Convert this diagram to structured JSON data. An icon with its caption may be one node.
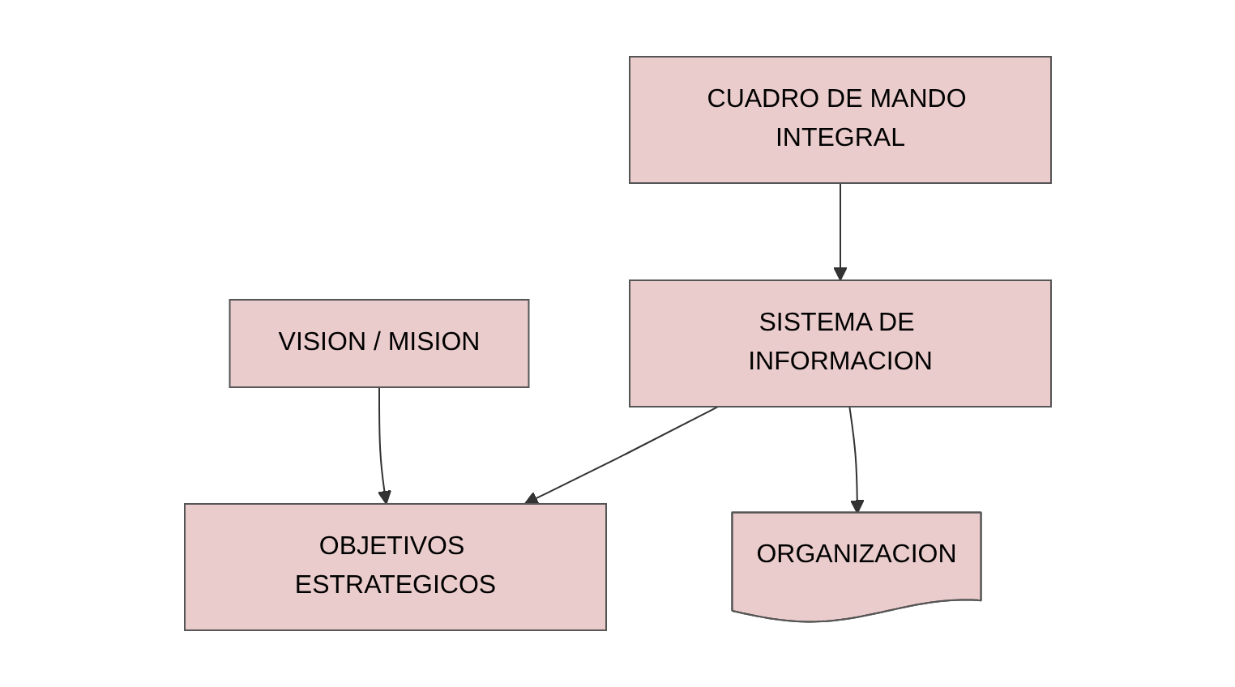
{
  "diagram": {
    "nodes": [
      {
        "text": [
          "VISION / MISION"
        ]
      },
      {
        "text": [
          "CUADRO DE MANDO INTEGRAL"
        ]
      },
      {
        "text": [
          "OBJETIVOS ESTRATEGICOS"
        ]
      },
      {
        "text": [
          "SISTEMA DE INFORMACION"
        ]
      },
      {
        "text": [
          "ORGANIZACION"
        ]
      }
    ],
    "edges": [
      {
        "from": 0,
        "to": 2,
        "arrow": "to"
      },
      {
        "from": 1,
        "to": 3,
        "arrow": "to"
      },
      {
        "from": 3,
        "to": 2,
        "arrow": "to"
      },
      {
        "from": 3,
        "to": 4,
        "arrow": "to"
      }
    ]
  }
}
